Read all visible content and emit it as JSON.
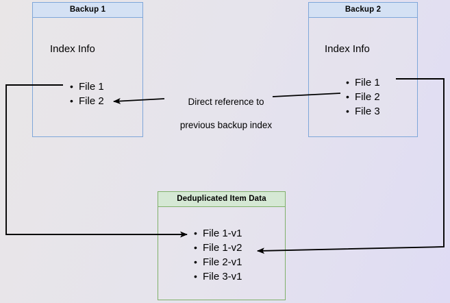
{
  "diagram": {
    "title": "Backup deduplication index reference diagram",
    "background": {
      "from_color": "#e9e6e7",
      "to_color": "#dfdcf4"
    },
    "colors": {
      "blue_border": "#7ea6d9",
      "blue_header_fill": "#d4e1f4",
      "green_border": "#7fb069",
      "green_header_fill": "#d5e8d4",
      "connector": "#000000",
      "text": "#000000"
    },
    "boxes": [
      {
        "id": "backup-1",
        "title": "Backup 1",
        "body_label": "Index Info",
        "files": [
          "File 1",
          "File 2"
        ]
      },
      {
        "id": "backup-2",
        "title": "Backup 2",
        "body_label": "Index Info",
        "files": [
          "File 1",
          "File 2",
          "File 3"
        ]
      },
      {
        "id": "deduplicated-item-data",
        "title": "Deduplicated Item Data",
        "files": [
          "File 1-v1",
          "File 1-v2",
          "File 2-v1",
          "File 3-v1"
        ]
      }
    ],
    "annotations": [
      {
        "id": "direct-reference",
        "line1": "Direct reference to",
        "line2": "previous backup index",
        "text": "Direct reference to\nprevious backup index"
      }
    ],
    "connectors": [
      {
        "id": "backup2-index-to-backup1-index",
        "from": "Backup 2 / File 2",
        "to": "Backup 1 / File 2",
        "arrowhead": "end"
      },
      {
        "id": "backup1-file1-to-dedup-file1v1",
        "from": "Backup 1 / File 1",
        "to": "Deduplicated Item Data / File 1-v1",
        "arrowhead": "end"
      },
      {
        "id": "backup2-file1-to-dedup-file1v2",
        "from": "Backup 2 / File 1",
        "to": "Deduplicated Item Data / File 1-v2",
        "arrowhead": "end"
      }
    ]
  }
}
